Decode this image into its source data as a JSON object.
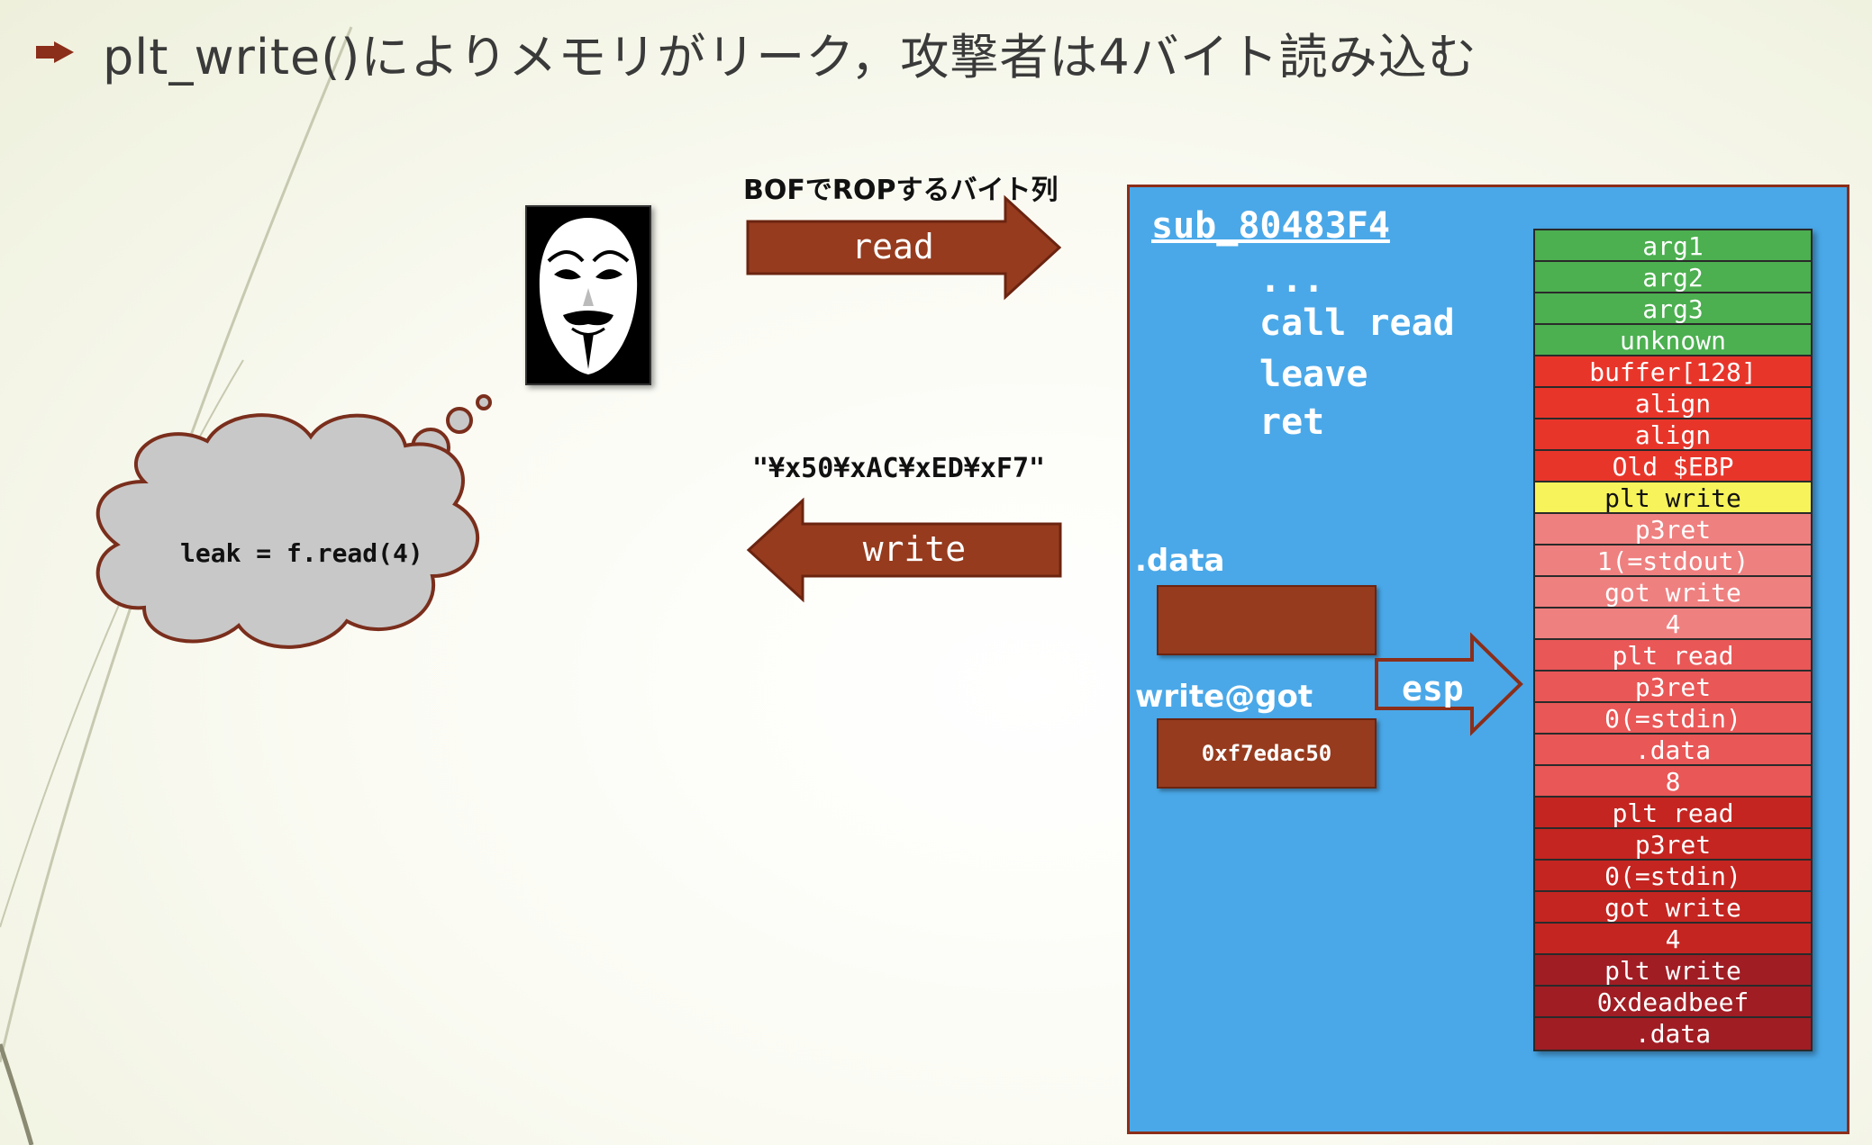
{
  "title": "plt_write()によりメモリがリーク，攻撃者は4バイト読み込む",
  "send_caption": "BOFでROPするバイト列",
  "read_arrow_label": "read",
  "recv_caption": "\"¥x50¥xAC¥xED¥xF7\"",
  "write_arrow_label": "write",
  "thought": "leak = f.read(4)",
  "process": {
    "function": "sub_80483F4",
    "code": [
      "...",
      "call read",
      "leave",
      "ret"
    ],
    "data_label": ".data",
    "got_label": "write@got",
    "got_value": "0xf7edac50",
    "esp_label": "esp"
  },
  "stack": [
    {
      "label": "arg1",
      "color": "#4caf50"
    },
    {
      "label": "arg2",
      "color": "#4caf50"
    },
    {
      "label": "arg3",
      "color": "#4caf50"
    },
    {
      "label": "unknown",
      "color": "#4caf50"
    },
    {
      "label": "buffer[128]",
      "color": "#e8352a"
    },
    {
      "label": "align",
      "color": "#e8352a"
    },
    {
      "label": "align",
      "color": "#e8352a"
    },
    {
      "label": "Old $EBP",
      "color": "#e8352a"
    },
    {
      "label": "plt write",
      "color": "#f7f35a"
    },
    {
      "label": "p3ret",
      "color": "#ef8080"
    },
    {
      "label": "1(=stdout)",
      "color": "#ef8080"
    },
    {
      "label": "got write",
      "color": "#ef8080"
    },
    {
      "label": "4",
      "color": "#ef8080"
    },
    {
      "label": "plt read",
      "color": "#e95757"
    },
    {
      "label": "p3ret",
      "color": "#e95757"
    },
    {
      "label": "0(=stdin)",
      "color": "#e95757"
    },
    {
      "label": ".data",
      "color": "#e95757"
    },
    {
      "label": "8",
      "color": "#e95757"
    },
    {
      "label": "plt read",
      "color": "#c42521"
    },
    {
      "label": "p3ret",
      "color": "#c42521"
    },
    {
      "label": "0(=stdin)",
      "color": "#c42521"
    },
    {
      "label": "got write",
      "color": "#c42521"
    },
    {
      "label": "4",
      "color": "#c42521"
    },
    {
      "label": "plt write",
      "color": "#a01d24"
    },
    {
      "label": "0xdeadbeef",
      "color": "#a01d24"
    },
    {
      "label": ".data",
      "color": "#a01d24"
    }
  ],
  "colors": {
    "accent": "#8b2e1a",
    "process_bg": "#4aa8e8",
    "arrow": "#963b1e"
  },
  "icons": {
    "attacker": "anonymous-mask-icon"
  }
}
